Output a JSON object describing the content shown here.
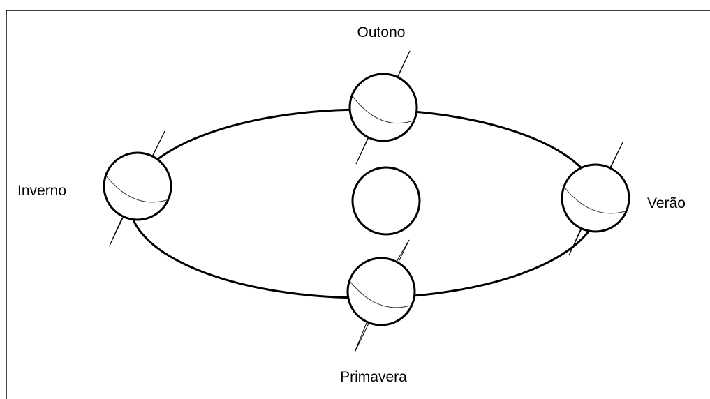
{
  "diagram": {
    "seasons": {
      "autumn": "Outono",
      "winter": "Inverno",
      "summer": "Verão",
      "spring": "Primavera"
    },
    "colors": {
      "stroke": "#000000",
      "background": "#ffffff",
      "equator_line": "#333333"
    }
  }
}
